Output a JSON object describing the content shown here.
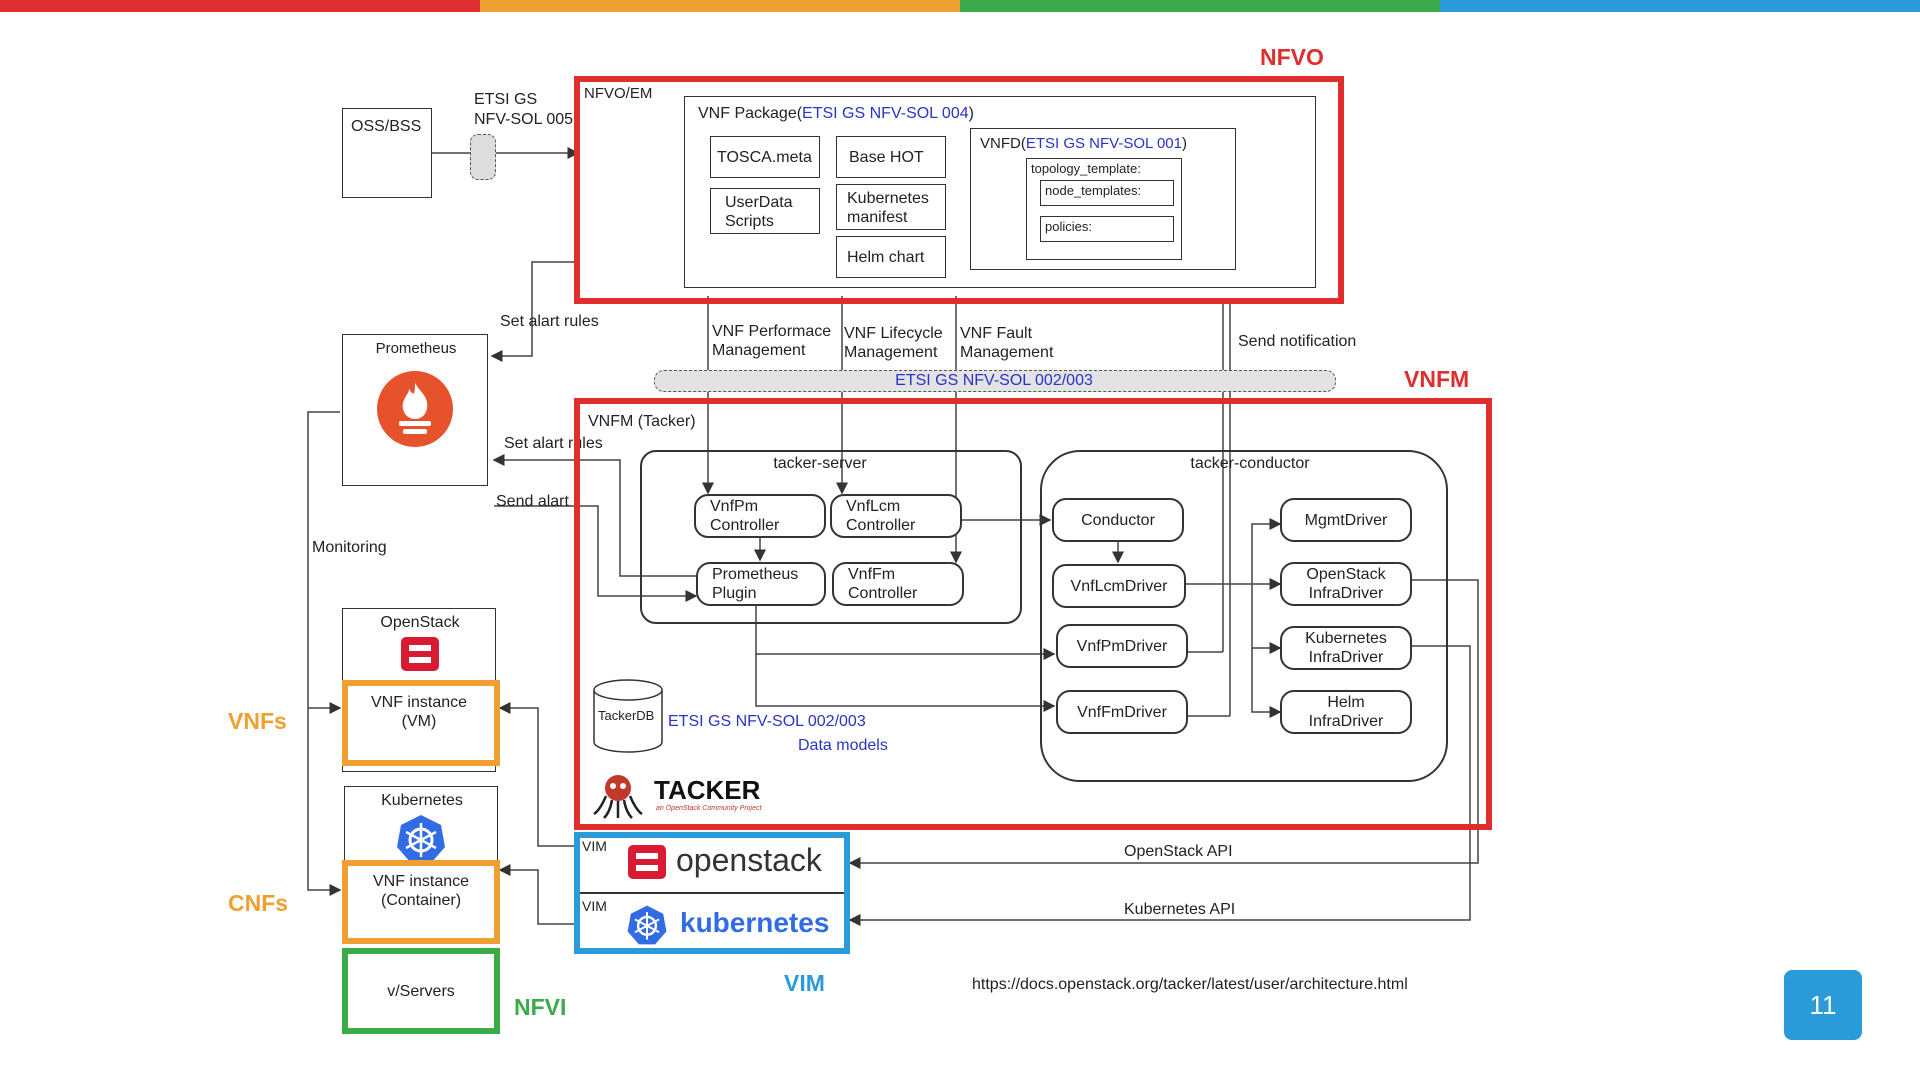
{
  "colors": {
    "red": "#e02d2d",
    "orange": "#f0a032",
    "green": "#3aab48",
    "blue": "#2a9ad8",
    "spec": "#2a33c8"
  },
  "tags": {
    "nfvo": "NFVO",
    "vnfm": "VNFM",
    "vnfs": "VNFs",
    "cnfs": "CNFs",
    "vim": "VIM",
    "nfvi": "NFVI"
  },
  "oss": {
    "label": "OSS/BSS"
  },
  "etsi_005": {
    "line1": "ETSI GS",
    "line2": "NFV-SOL 005"
  },
  "nfvo_em": {
    "label": "NFVO/EM",
    "package_prefix": "VNF Package(",
    "package_spec": "ETSI GS NFV-SOL 004",
    "package_suffix": ")",
    "tosca": "TOSCA.meta",
    "userdata_1": "UserData",
    "userdata_2": "Scripts",
    "base_hot": "Base HOT",
    "k8s_manifest_1": "Kubernetes",
    "k8s_manifest_2": "manifest",
    "helm_chart": "Helm chart",
    "vnfd_prefix": "VNFD(",
    "vnfd_spec": "ETSI GS NFV-SOL 001",
    "vnfd_suffix": ")",
    "topology": "topology_template:",
    "node_templates": "node_templates:",
    "policies": "policies:"
  },
  "interfaces": {
    "perf_1": "VNF Performace",
    "perf_2": "Management",
    "lcm_1": "VNF Lifecycle",
    "lcm_2": "Management",
    "fault_1": "VNF Fault",
    "fault_2": "Management",
    "send_notification": "Send notification",
    "sol_002_003": "ETSI GS NFV-SOL 002/003"
  },
  "prometheus": {
    "label": "Prometheus",
    "set_alart_rules_top": "Set alart rules",
    "set_alart_rules": "Set alart rules",
    "send_alart": "Send alart",
    "monitoring": "Monitoring"
  },
  "vnfm": {
    "label": "VNFM (Tacker)",
    "tacker_server": "tacker-server",
    "vnfpm_1": "VnfPm",
    "vnfpm_2": "Controller",
    "vnflcm_1": "VnfLcm",
    "vnflcm_2": "Controller",
    "prom_plugin_1": "Prometheus",
    "prom_plugin_2": "Plugin",
    "vnffm_1": "VnfFm",
    "vnffm_2": "Controller",
    "tacker_conductor": "tacker-conductor",
    "conductor": "Conductor",
    "vnflcm_driver": "VnfLcmDriver",
    "vnfpm_driver": "VnfPmDriver",
    "vnffm_driver": "VnfFmDriver",
    "mgmt_driver": "MgmtDriver",
    "os_infra_1": "OpenStack",
    "os_infra_2": "InfraDriver",
    "k8s_infra_1": "Kubernetes",
    "k8s_infra_2": "InfraDriver",
    "helm_infra_1": "Helm",
    "helm_infra_2": "InfraDriver",
    "tackerdb": "TackerDB",
    "db_spec": "ETSI GS NFV-SOL 002/003",
    "data_models": "Data models",
    "tacker_logo": "TACKER",
    "tacker_sub": "an OpenStack Community Project"
  },
  "nfvi_side": {
    "openstack": "OpenStack",
    "vnf_vm_1": "VNF instance",
    "vnf_vm_2": "(VM)",
    "kubernetes": "Kubernetes",
    "vnf_ct_1": "VNF instance",
    "vnf_ct_2": "(Container)",
    "servers": "v/Servers"
  },
  "vim": {
    "vim_label_1": "VIM",
    "vim_label_2": "VIM",
    "openstack": "openstack",
    "kubernetes": "kubernetes",
    "openstack_api": "OpenStack API",
    "kubernetes_api": "Kubernetes API"
  },
  "footer": {
    "url": "https://docs.openstack.org/tacker/latest/user/architecture.html",
    "page": "11"
  }
}
